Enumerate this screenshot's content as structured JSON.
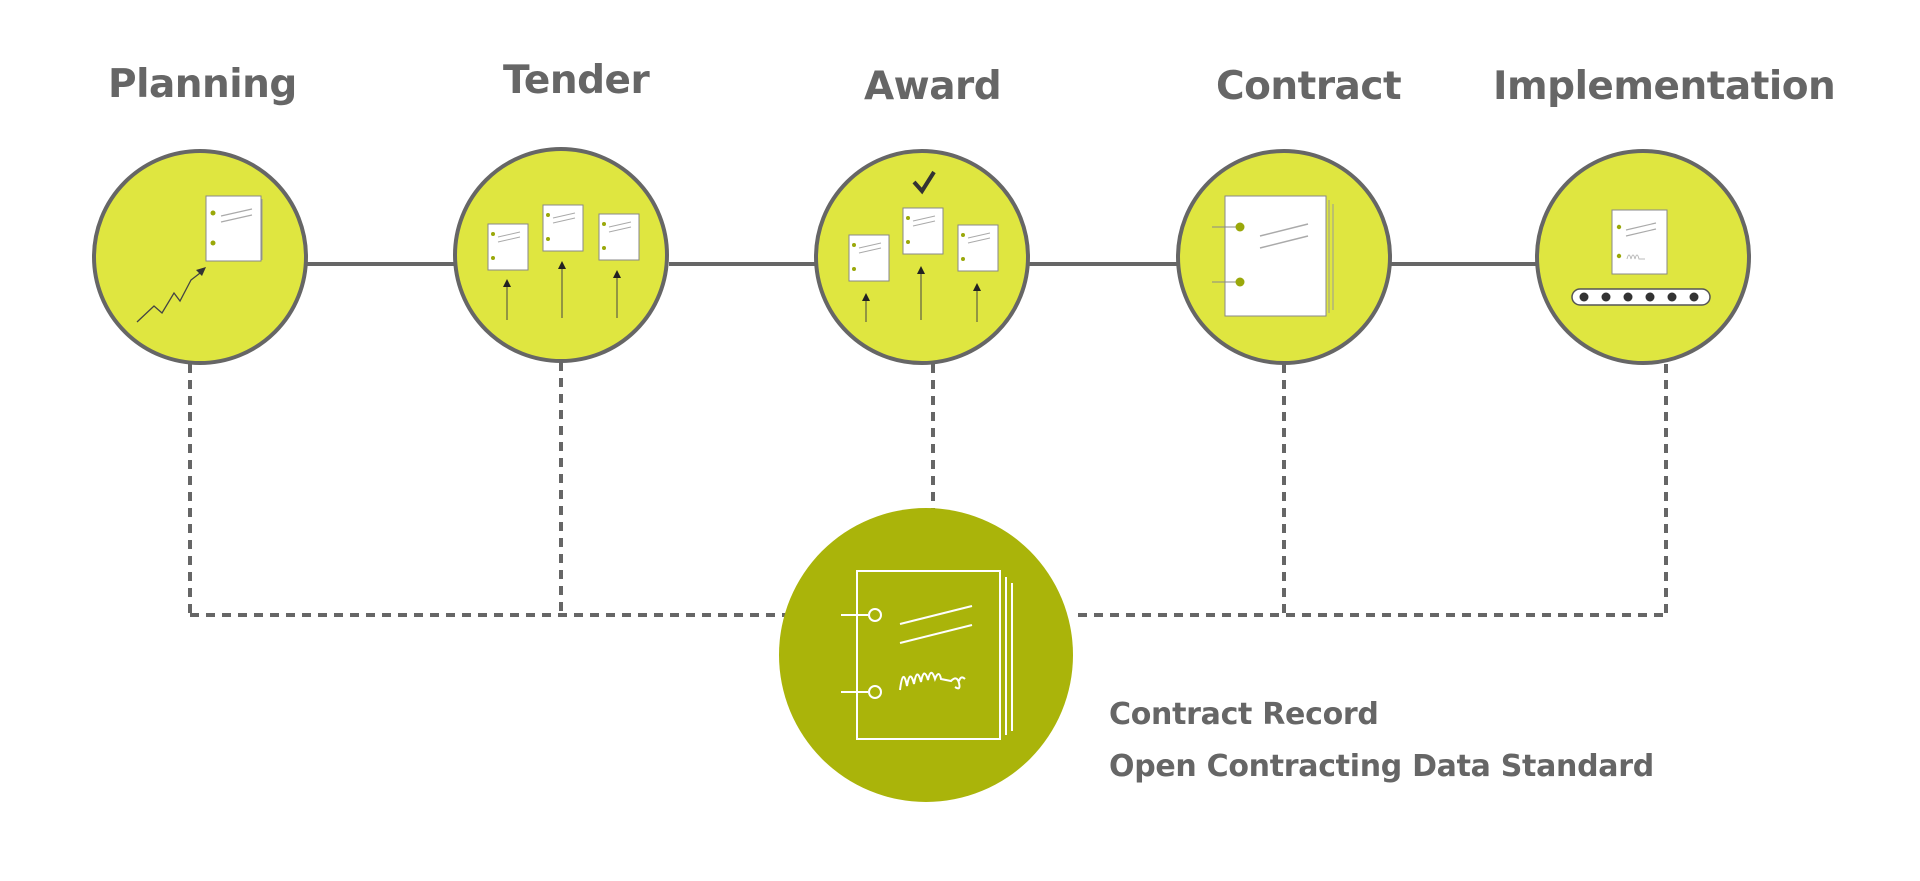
{
  "stages": [
    {
      "label": "Planning",
      "icon": "planning-chart-icon"
    },
    {
      "label": "Tender",
      "icon": "tender-documents-icon"
    },
    {
      "label": "Award",
      "icon": "award-checkmark-icon"
    },
    {
      "label": "Contract",
      "icon": "contract-document-icon"
    },
    {
      "label": "Implementation",
      "icon": "implementation-conveyor-icon"
    }
  ],
  "record": {
    "title": "Contract Record",
    "subtitle": "Open Contracting Data Standard",
    "icon": "signed-contract-icon"
  },
  "colors": {
    "stage_fill": "#dfe640",
    "record_fill": "#aab40a",
    "stroke": "#666666",
    "text": "#666666"
  }
}
